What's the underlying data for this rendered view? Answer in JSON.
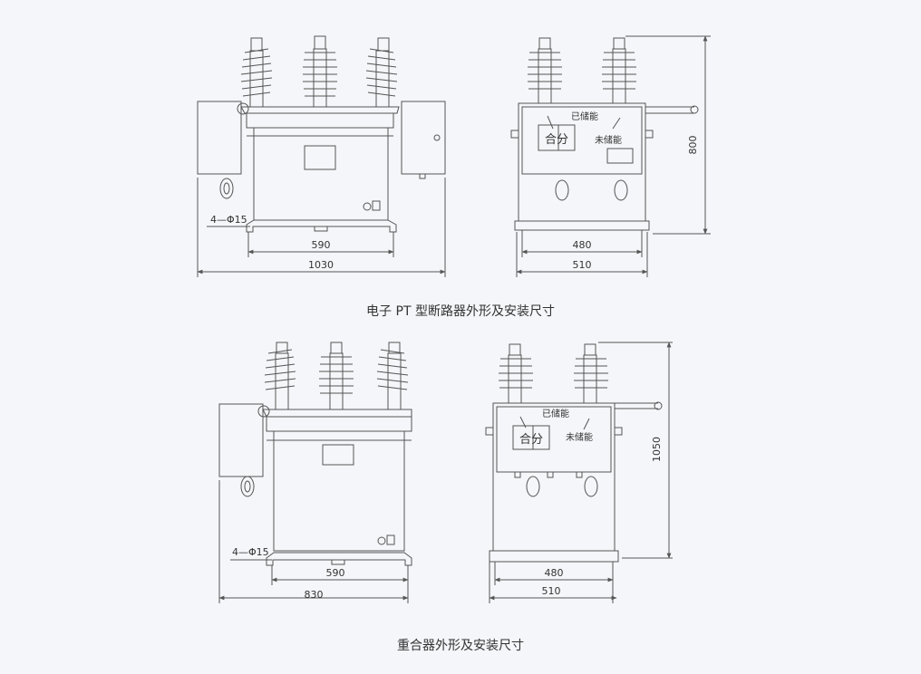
{
  "colors": {
    "background": "#f4f6f9",
    "line": "#555555"
  },
  "figure1": {
    "caption": "电子 PT 型断路器外形及安装尺寸",
    "front": {
      "hole_label": "4—Φ15",
      "dim_inner": "590",
      "dim_outer": "1030"
    },
    "side": {
      "charged_label": "已储能",
      "uncharged_label": "未储能",
      "panel_label": "合分",
      "dim_inner": "480",
      "dim_outer": "510",
      "dim_height": "800"
    }
  },
  "figure2": {
    "caption": "重合器外形及安装尺寸",
    "front": {
      "hole_label": "4—Φ15",
      "dim_inner": "590",
      "dim_outer": "830"
    },
    "side": {
      "charged_label": "已储能",
      "uncharged_label": "未储能",
      "panel_label": "合分",
      "dim_inner": "480",
      "dim_outer": "510",
      "dim_height": "1050"
    }
  }
}
